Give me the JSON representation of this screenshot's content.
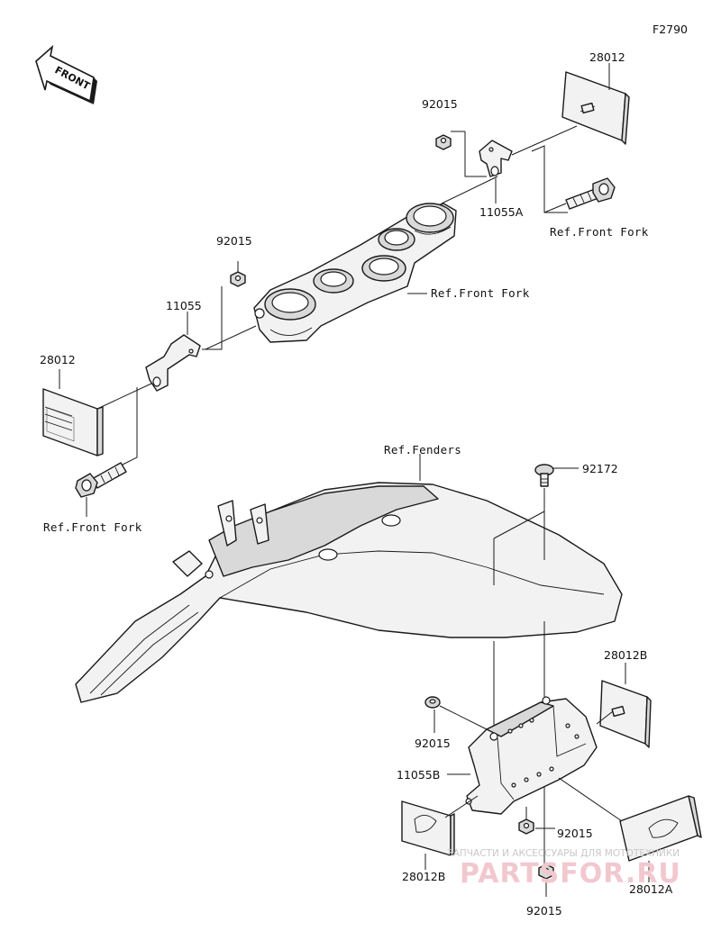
{
  "figure_code": "F2790",
  "front_label": "FRONT",
  "labels": {
    "p28012_top": "28012",
    "p92015_top": "92015",
    "p11055A": "11055A",
    "ref_front_fork_top": "Ref.Front Fork",
    "ref_front_fork_mid": "Ref.Front Fork",
    "p92015_left": "92015",
    "p11055": "11055",
    "p28012_left": "28012",
    "ref_front_fork_left": "Ref.Front Fork",
    "ref_fenders": "Ref.Fenders",
    "p92172": "92172",
    "p28012B_right": "28012B",
    "p92015_bracket": "92015",
    "p11055B": "11055B",
    "p92015_lower": "92015",
    "p28012B_left": "28012B",
    "p92015_bottom": "92015",
    "p28012A": "28012A"
  },
  "watermark": {
    "tagline": "ЗАПЧАСТИ И АКСЕССУАРЫ ДЛЯ МОТОТЕХНИКИ",
    "brand": "PARTSFOR.RU"
  }
}
